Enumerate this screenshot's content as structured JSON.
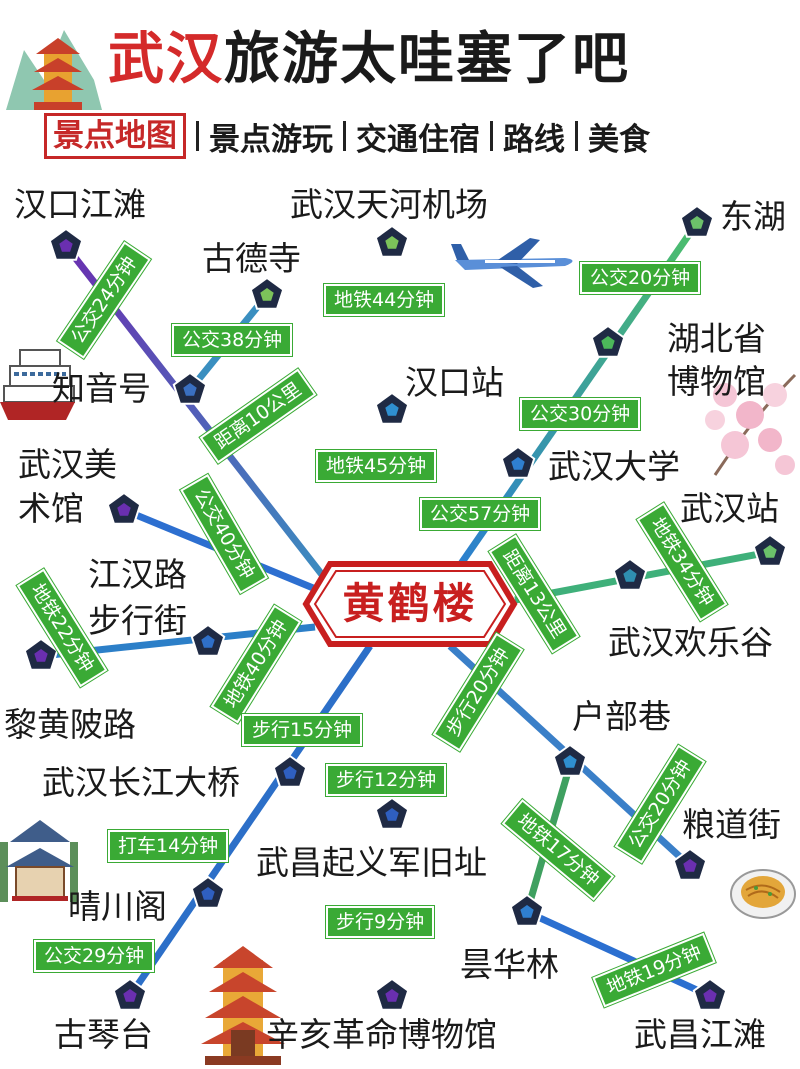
{
  "title": {
    "red": "武汉",
    "dark": "旅游太哇塞了吧"
  },
  "subnav": {
    "active": "景点地图",
    "items": [
      "景点游玩",
      "交通住宿",
      "路线",
      "美食"
    ]
  },
  "center": "黄鹤楼",
  "stations": {
    "hankou_jiangtan": "汉口江滩",
    "tianhe_airport": "武汉天河机场",
    "donghu": "东湖",
    "gudesi": "古德寺",
    "hubei_museum_1": "湖北省",
    "hubei_museum_2": "博物馆",
    "zhiyinhao": "知音号",
    "hankou_station": "汉口站",
    "art_museum_1": "武汉美",
    "art_museum_2": "术馆",
    "wuhan_university": "武汉大学",
    "wuhan_station": "武汉站",
    "jianghanlu_1": "江汉路",
    "jianghanlu_2": "步行街",
    "happy_valley": "武汉欢乐谷",
    "lihuangpilu": "黎黄陂路",
    "hubuxiang": "户部巷",
    "yangtze_bridge": "武汉长江大桥",
    "liangdaojie": "粮道街",
    "wuchang_uprising": "武昌起义军旧址",
    "qingchuange": "晴川阁",
    "tanhualin": "昙华林",
    "guqintai": "古琴台",
    "xinhai_museum": "辛亥革命博物馆",
    "wuchang_jiangtan": "武昌江滩"
  },
  "badges": {
    "b1": "公交24分钟",
    "b2": "地铁44分钟",
    "b3": "公交20分钟",
    "b4": "公交38分钟",
    "b5": "距离10公里",
    "b6": "公交30分钟",
    "b7": "地铁45分钟",
    "b8": "公交40分钟",
    "b9": "公交57分钟",
    "b10": "地铁34分钟",
    "b11": "距离13公里",
    "b12": "地铁22分钟",
    "b13": "地铁40分钟",
    "b14": "步行20分钟",
    "b15": "步行15分钟",
    "b16": "步行12分钟",
    "b17": "公交20分钟",
    "b18": "地铁17分钟",
    "b19": "打车14分钟",
    "b20": "步行9分钟",
    "b21": "公交29分钟",
    "b22": "地铁19分钟"
  },
  "colors": {
    "title_red": "#d42a2a",
    "badge_green": "#3aaa35",
    "hub_red": "#c81f1f",
    "node_dark": "#1f2a44"
  }
}
